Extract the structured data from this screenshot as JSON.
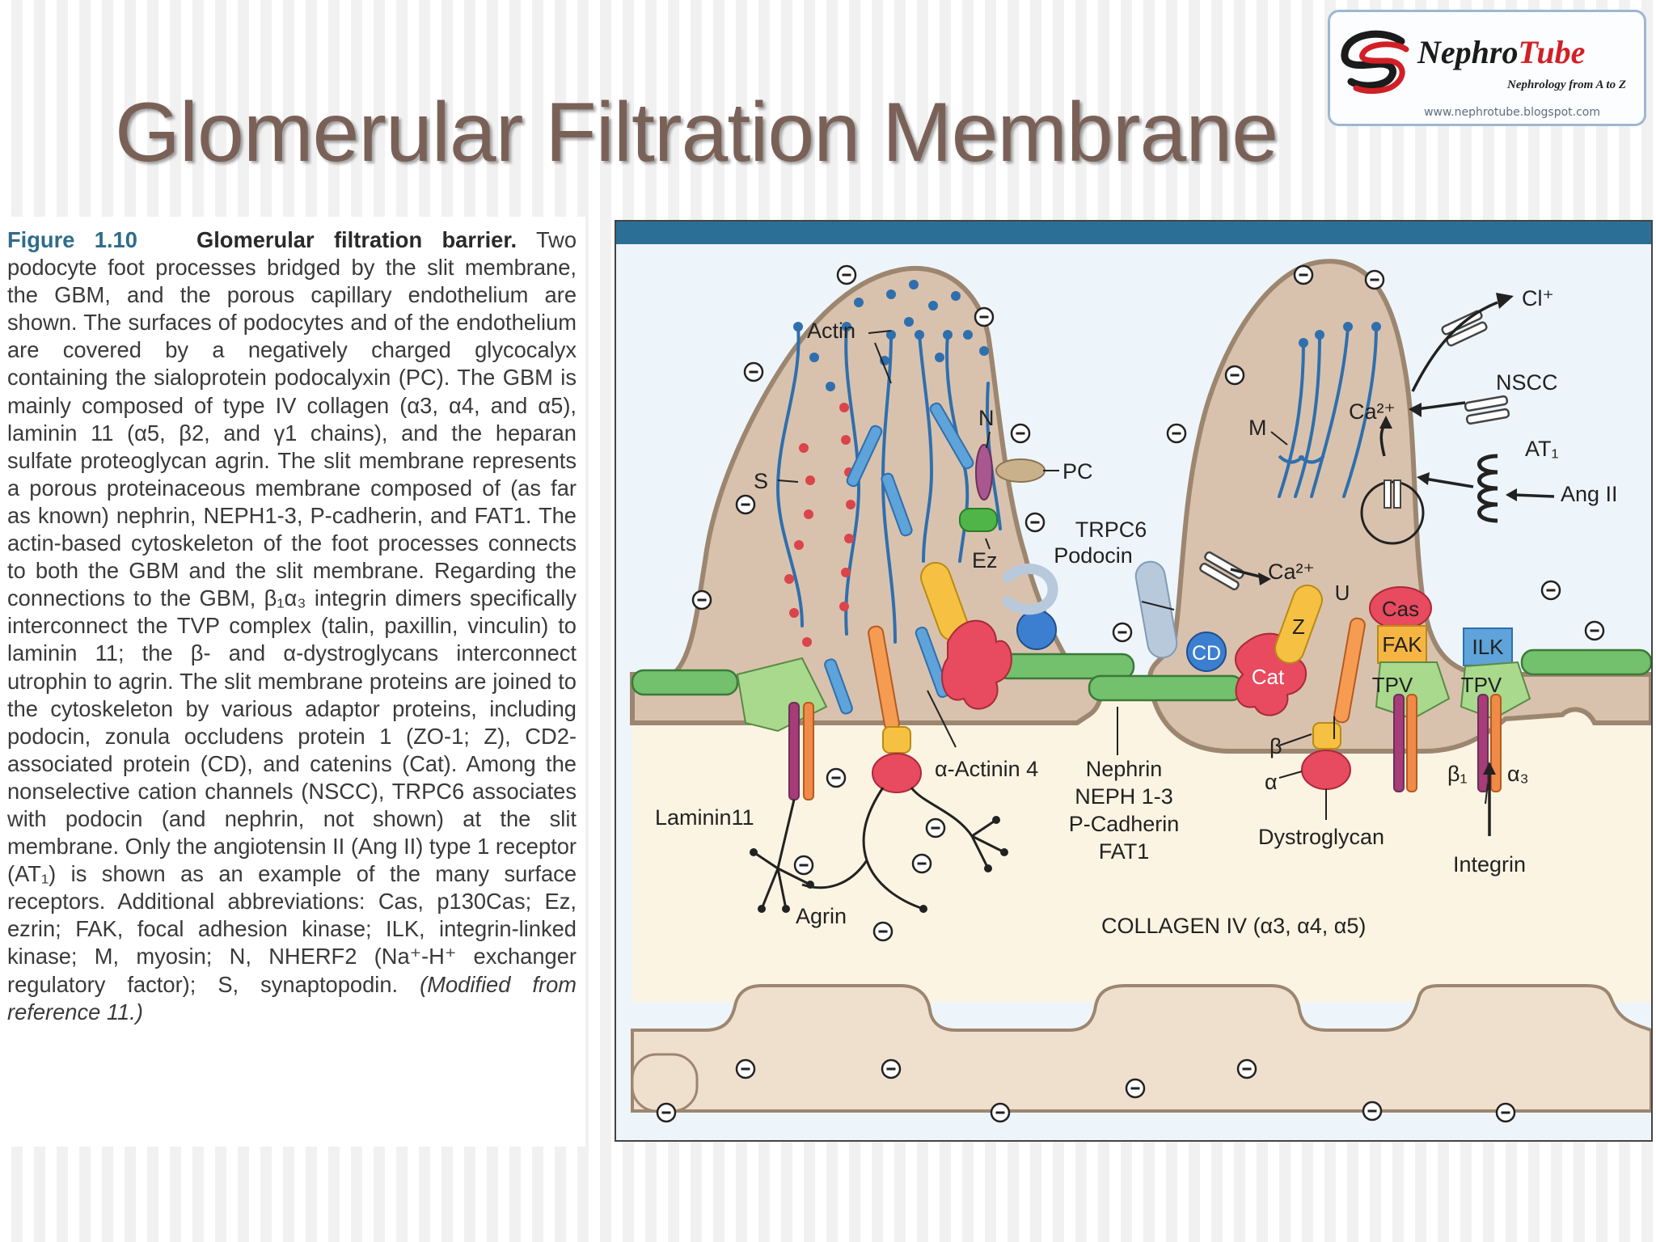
{
  "slide": {
    "title": "Glomerular Filtration Membrane"
  },
  "logo": {
    "name_part1": "Nephro",
    "name_part2": "Tube",
    "tagline": "Nephrology from A to Z",
    "url": "www.nephrotube.blogspot.com",
    "colors": {
      "red": "#d21f26",
      "dark": "#1b1b1b",
      "border": "#9db7d1"
    }
  },
  "caption": {
    "figure_number": "Figure 1.10",
    "figure_title": "Glomerular filtration barrier.",
    "body": "Two podocyte foot processes bridged by the slit membrane, the GBM, and the porous capillary endothelium are shown. The surfaces of podocytes and of the endothelium are covered by a negatively charged glycocalyx containing the sialoprotein podocalyxin (PC). The GBM is mainly composed of type IV collagen (α3, α4, and α5), laminin 11 (α5, β2, and γ1 chains), and the heparan sulfate proteoglycan agrin. The slit membrane represents a porous proteinaceous membrane composed of (as far as known) nephrin, NEPH1-3, P-cadherin, and FAT1. The actin-based cytoskeleton of the foot processes connects to both the GBM and the slit membrane. Regarding the connections to the GBM, β₁α₃ integrin dimers specifically interconnect the TVP complex (talin, paxillin, vinculin) to laminin 11; the β- and α-dystroglycans interconnect utrophin to agrin. The slit membrane proteins are joined to the cytoskeleton by various adaptor proteins, including podocin, zonula occludens protein 1 (ZO-1; Z), CD2-associated protein (CD), and catenins (Cat). Among the nonselective cation channels (NSCC), TRPC6 associates with podocin (and nephrin, not shown) at the slit membrane. Only the angiotensin II (Ang II) type 1 receptor (AT₁) is shown as an example of the many surface receptors. Additional abbreviations: Cas, p130Cas; Ez, ezrin; FAK, focal adhesion kinase; ILK, integrin-linked kinase; M, myosin; N, NHERF2 (Na⁺-H⁺ exchanger regulatory factor); S, synaptopodin.",
    "source": "(Modified from reference 11.)"
  },
  "diagram": {
    "labels": {
      "actin": "Actin",
      "s": "S",
      "n": "N",
      "pc": "PC",
      "ez": "Ez",
      "trpc6": "TRPC6",
      "podocin": "Podocin",
      "cd": "CD",
      "cat": "Cat",
      "z": "Z",
      "u": "U",
      "cas": "Cas",
      "fak": "FAK",
      "ilk": "ILK",
      "tpv": "TPV",
      "m": "M",
      "ca2_upper": "Ca²⁺",
      "ca2_lower": "Ca²⁺",
      "cl": "Cl⁺",
      "nscc": "NSCC",
      "at1": "AT₁",
      "ang2": "Ang II",
      "alpha_actinin4": "α-Actinin 4",
      "nephrin_lines": [
        "Nephrin",
        "NEPH 1-3",
        "P-Cadherin",
        "FAT1"
      ],
      "laminin11": "Laminin11",
      "agrin": "Agrin",
      "beta": "β",
      "alpha": "α",
      "dystroglycan": "Dystroglycan",
      "beta1": "β₁",
      "alpha3": "α₃",
      "integrin": "Integrin",
      "collagen": "COLLAGEN IV (α3, α4, α5)"
    },
    "colors": {
      "podocyte_fill": "#d9c2ad",
      "podocyte_outline": "#9c8670",
      "gbm": "#fcf4e2",
      "capillary": "#efdfcd",
      "slit_green": "#73c06d",
      "actin_blue": "#2f6fae",
      "synaptopodin_red": "#d9454a",
      "header_bar": "#2b6f96",
      "background": "#eef5fa"
    }
  }
}
